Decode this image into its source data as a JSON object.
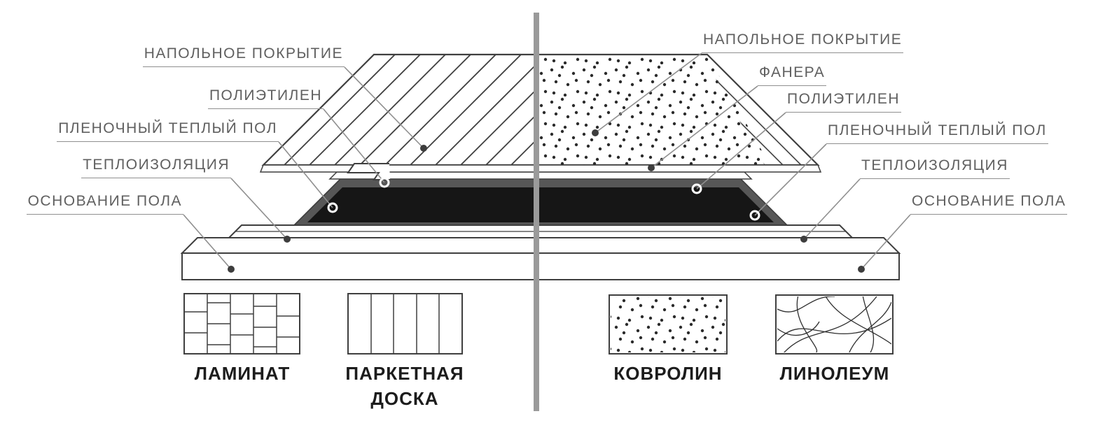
{
  "labels_left": [
    {
      "text": "НАПОЛЬНОЕ ПОКРЫТИЕ"
    },
    {
      "text": "ПОЛИЭТИЛЕН"
    },
    {
      "text": "ПЛЕНОЧНЫЙ ТЕПЛЫЙ ПОЛ"
    },
    {
      "text": "ТЕПЛОИЗОЛЯЦИЯ"
    },
    {
      "text": "ОСНОВАНИЕ ПОЛА"
    }
  ],
  "labels_right": [
    {
      "text": "НАПОЛЬНОЕ ПОКРЫТИЕ"
    },
    {
      "text": "ФАНЕРА"
    },
    {
      "text": "ПОЛИЭТИЛЕН"
    },
    {
      "text": "ПЛЕНОЧНЫЙ ТЕПЛЫЙ ПОЛ"
    },
    {
      "text": "ТЕПЛОИЗОЛЯЦИЯ"
    },
    {
      "text": "ОСНОВАНИЕ ПОЛА"
    }
  ],
  "legend": [
    {
      "label": "ЛАМИНАТ",
      "texture": "laminate"
    },
    {
      "label": "ПАРКЕТНАЯ ДОСКА",
      "texture": "parquet-board"
    },
    {
      "label": "КОВРОЛИН",
      "texture": "carpet"
    },
    {
      "label": "ЛИНОЛЕУМ",
      "texture": "linoleum"
    }
  ],
  "colors": {
    "outline": "#3f3f3f",
    "label_text": "#5f5f5f",
    "leader_line": "#8f8f8f",
    "film_gray": "#575757",
    "film_black": "#161616",
    "divider": "#9a9a9a",
    "legend_text": "#1c1c1c",
    "background": "#ffffff"
  }
}
